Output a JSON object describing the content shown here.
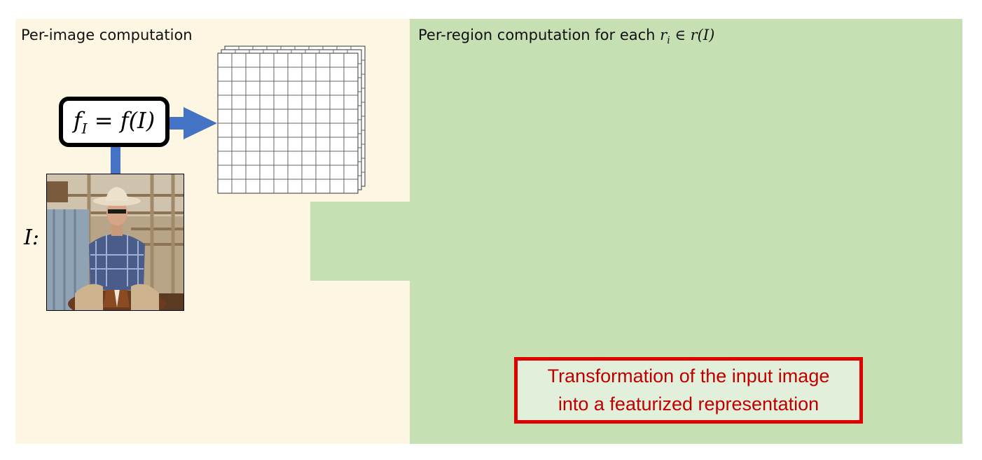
{
  "left_panel": {
    "title": "Per-image computation",
    "function_label": {
      "lhs_base": "f",
      "lhs_sub": "I",
      "equals": " = f(I)"
    },
    "image_label": "I:"
  },
  "right_panel": {
    "title_prefix": "Per-region computation for each ",
    "title_math": {
      "base": "r",
      "sub": "i",
      "rest": " ∈ r(I)"
    }
  },
  "caption": {
    "line1": "Transformation of the input image",
    "line2": "into a featurized representation"
  },
  "feature_map": {
    "stacked_layers": 3,
    "grid_cells": 10
  },
  "colors": {
    "left_bg": "#fdf6e3",
    "right_bg": "#c6e0b4",
    "arrow": "#4472c4",
    "caption_border": "#e00000",
    "caption_text": "#c00000"
  },
  "icons": {
    "photo": "cowboy-on-horse-photo",
    "arrow": "right-arrow-icon"
  }
}
